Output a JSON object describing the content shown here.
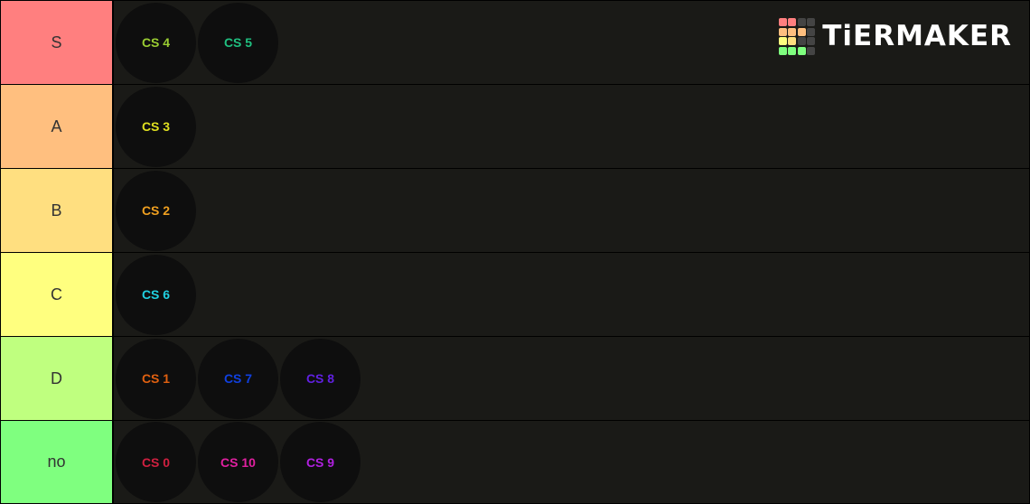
{
  "logo": {
    "text": "TiERMAKER",
    "grid_colors": [
      "#ff7f7f",
      "#ff7f7f",
      "#444444",
      "#444444",
      "#ffbf7f",
      "#ffbf7f",
      "#ffbf7f",
      "#444444",
      "#ffff7f",
      "#ffdf7f",
      "#444444",
      "#444444",
      "#7fff7f",
      "#7fff7f",
      "#7fff7f",
      "#444444"
    ]
  },
  "tiers": [
    {
      "label": "S",
      "color": "#ff7f7f",
      "items": [
        {
          "label": "CS 4",
          "color": "#9acd32"
        },
        {
          "label": "CS 5",
          "color": "#20c080"
        }
      ]
    },
    {
      "label": "A",
      "color": "#ffbf7f",
      "items": [
        {
          "label": "CS 3",
          "color": "#e0e020"
        }
      ]
    },
    {
      "label": "B",
      "color": "#ffdf80",
      "items": [
        {
          "label": "CS 2",
          "color": "#f0a020"
        }
      ]
    },
    {
      "label": "C",
      "color": "#ffff7f",
      "items": [
        {
          "label": "CS 6",
          "color": "#20d0e0"
        }
      ]
    },
    {
      "label": "D",
      "color": "#bfff7f",
      "items": [
        {
          "label": "CS 1",
          "color": "#e06010"
        },
        {
          "label": "CS 7",
          "color": "#1040e0"
        },
        {
          "label": "CS 8",
          "color": "#6020e0"
        }
      ]
    },
    {
      "label": "no",
      "color": "#7fff7f",
      "items": [
        {
          "label": "CS 0",
          "color": "#d02040"
        },
        {
          "label": "CS 10",
          "color": "#e020a0"
        },
        {
          "label": "CS 9",
          "color": "#b020e0"
        }
      ]
    }
  ]
}
